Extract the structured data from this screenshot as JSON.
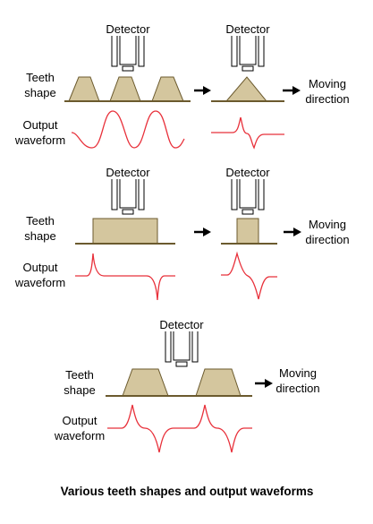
{
  "labels": {
    "detector": "Detector",
    "teeth_1": "Teeth",
    "teeth_2": "shape",
    "output_1": "Output",
    "output_2": "waveform",
    "moving_1": "Moving",
    "moving_2": "direction"
  },
  "caption": "Various teeth shapes and output waveforms",
  "colors": {
    "tooth_fill": "#d4c69e",
    "tooth_stroke": "#6b5a2e",
    "waveform": "#e8303a",
    "line": "#000000"
  }
}
